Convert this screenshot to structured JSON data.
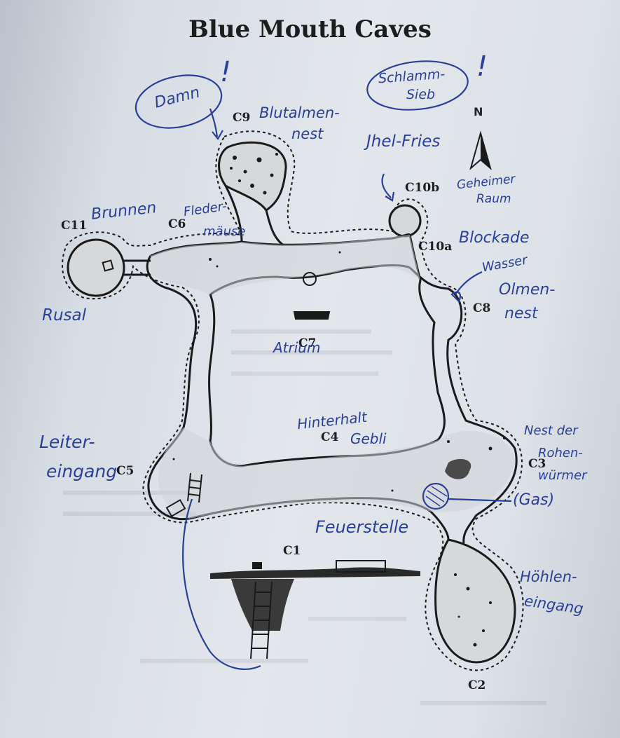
{
  "map": {
    "title": "Blue Mouth Caves",
    "compass_label": "N",
    "locations": {
      "c1": "C1",
      "c2": "C2",
      "c3": "C3",
      "c4": "C4",
      "c5": "C5",
      "c6": "C6",
      "c7": "C7",
      "c8": "C8",
      "c9": "C9",
      "c10a": "C10a",
      "c10b": "C10b",
      "c11": "C11"
    },
    "annotations": {
      "damn": "Damn",
      "damn_mark": "!",
      "schlammsieb_line1": "Schlamm-",
      "schlammsieb_line2": "Sieb",
      "schlammsieb_mark": "!",
      "c9_note_line1": "Blutalmen-",
      "c9_note_line2": "nest",
      "jhel_fries": "Jhel-Fries",
      "geheimer_line1": "Geheimer",
      "geheimer_line2": "Raum",
      "brunnen": "Brunnen",
      "fleder_line1": "Fleder-",
      "fleder_line2": "mäuse",
      "blockade": "Blockade",
      "wasser": "Wasser",
      "olmen_line1": "Olmen-",
      "olmen_line2": "nest",
      "rusal": "Rusal",
      "atrium": "Atrium",
      "hinterhalt": "Hinterhalt",
      "gebli": "Gebli",
      "leiter_line1": "Leiter-",
      "leiter_line2": "eingang",
      "nest_line1": "Nest der",
      "nest_line2": "Rohen-",
      "nest_line3": "würmer",
      "gas": "(Gas)",
      "feuerstelle": "Feuerstelle",
      "hoehlen_line1": "Höhlen-",
      "hoehlen_line2": "eingang"
    },
    "colors": {
      "paper": "#dde2e8",
      "ink": "#1a1a1a",
      "cave_fill": "#d6d8da",
      "handwriting": "#2a3f9a"
    }
  }
}
